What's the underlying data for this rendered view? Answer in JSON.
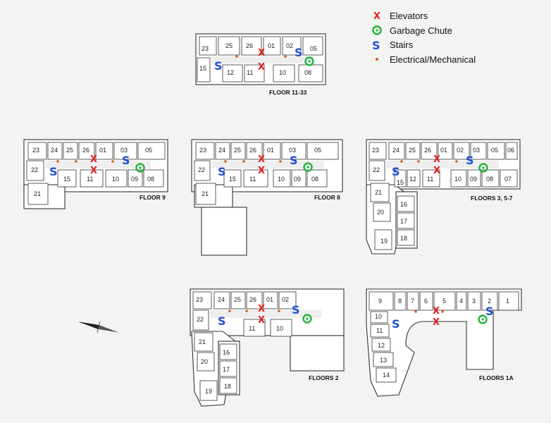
{
  "legend": {
    "elevators": "Elevators",
    "garbage_chute": "Garbage Chute",
    "stairs": "Stairs",
    "electrical": "Electrical/Mechanical"
  },
  "symbols": {
    "elevator_glyph": "X",
    "stairs_glyph": "S",
    "elevator_color": "#e02020",
    "chute_color": "#22b43a",
    "stairs_color": "#1f4fd6",
    "electrical_color": "#d95a1a"
  },
  "plans": {
    "floor_11_33": {
      "title": "FLOOR 11-33",
      "rooms": [
        "23",
        "25",
        "26",
        "01",
        "02",
        "05",
        "15",
        "12",
        "11",
        "10",
        "08"
      ]
    },
    "floor_9": {
      "title": "FLOOR 9",
      "rooms": [
        "23",
        "24",
        "25",
        "26",
        "01",
        "03",
        "05",
        "22",
        "15",
        "11",
        "10",
        "09",
        "08",
        "21"
      ]
    },
    "floor_8": {
      "title": "FLOOR 8",
      "rooms": [
        "23",
        "24",
        "25",
        "26",
        "01",
        "03",
        "05",
        "22",
        "15",
        "11",
        "10",
        "09",
        "08",
        "21"
      ]
    },
    "floors_3_5_7": {
      "title": "FLOORS 3, 5-7",
      "rooms": [
        "23",
        "24",
        "25",
        "26",
        "01",
        "02",
        "03",
        "05",
        "06",
        "22",
        "15",
        "12",
        "11",
        "10",
        "09",
        "08",
        "07",
        "21",
        "16",
        "20",
        "17",
        "19",
        "18"
      ]
    },
    "floors_2": {
      "title": "FLOORS 2",
      "rooms": [
        "23",
        "24",
        "25",
        "26",
        "01",
        "02",
        "22",
        "11",
        "10",
        "21",
        "16",
        "20",
        "17",
        "19",
        "18"
      ]
    },
    "floors_1a": {
      "title": "FLOORS 1A",
      "rooms": [
        "9",
        "8",
        "7",
        "6",
        "5",
        "4",
        "3",
        "2",
        "1",
        "10",
        "11",
        "12",
        "13",
        "14"
      ]
    }
  }
}
